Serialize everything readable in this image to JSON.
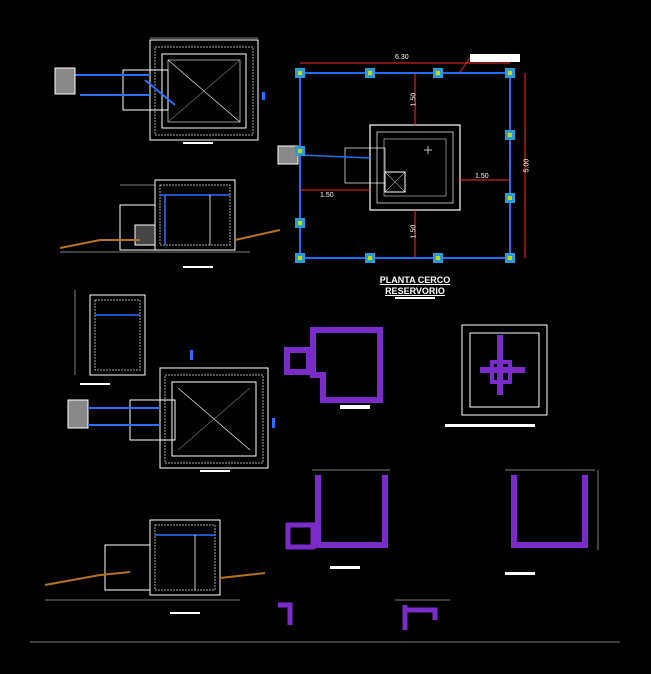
{
  "drawing": {
    "title_line1": "PLANTA CERCO",
    "title_line2": "RESERVORIO",
    "dims": {
      "top_width": "6.30",
      "right_height": "5.00",
      "inner_top": "1.50",
      "inner_right": "1.50",
      "inner_left": "1.50",
      "inner_bottom": "1.50"
    }
  },
  "colors": {
    "background": "#000000",
    "fence": "#1e6fff",
    "post": "#2a9bd6",
    "post_core": "#c9d800",
    "dimension": "#ff2a2a",
    "section_purple": "#7a2cc8",
    "line_white": "#ffffff",
    "pipe": "#2a6fff",
    "earth": "#b8721f"
  }
}
